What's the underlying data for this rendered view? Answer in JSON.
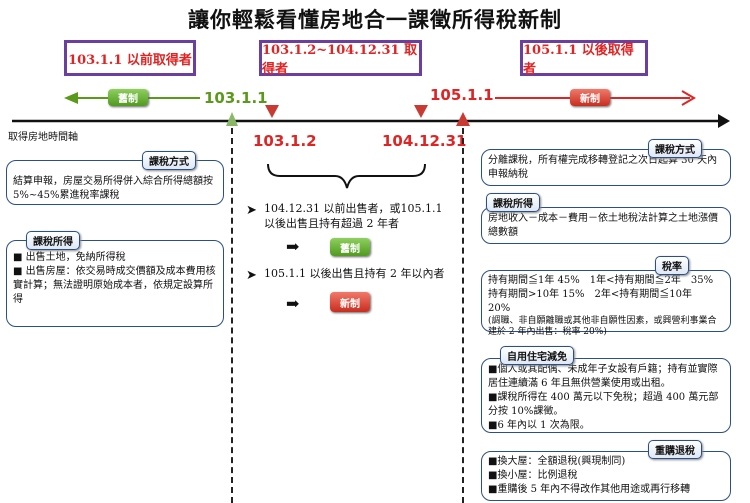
{
  "title": "讓你輕鬆看懂房地合一課徵所得稅新制",
  "periods": [
    {
      "label": "103.1.1 以前取得者"
    },
    {
      "label": "103.1.2~104.12.31 取得者"
    },
    {
      "label": "105.1.1 以後取得者"
    }
  ],
  "timeline": {
    "axis_label": "取得房地時間軸",
    "old_tag": "舊制",
    "new_tag": "新制",
    "date_103_1_1": "103.1.1",
    "date_105_1_1": "105.1.1",
    "date_103_1_2": "103.1.2",
    "date_104_12_31": "104.12.31"
  },
  "left": {
    "method_title": "課稅方式",
    "method_text": "結算申報，房屋交易所得併入綜合所得總額按 5%~45%累進稅率課稅",
    "income_title": "課稅所得",
    "income_items": [
      "出售土地，免納所得稅",
      "出售房屋：依交易時成交價額及成本費用核實計算；無法證明原始成本者，依規定設算所得"
    ]
  },
  "middle": {
    "case1": "104.12.31 以前出售者，或105.1.1 以後出售且持有超過 2 年者",
    "case1_tag": "舊制",
    "case2": "105.1.1 以後出售且持有 2 年以內者",
    "case2_tag": "新制"
  },
  "right": {
    "method_title": "課稅方式",
    "method_text": "分離課稅，所有權完成移轉登記之次日起算 30 天內申報納稅",
    "income_title": "課稅所得",
    "income_text": "房地收入－成本－費用－依土地稅法計算之土地漲價總數額",
    "rate_title": "稅率",
    "rate_rows": [
      "持有期間≦1年 45%　1年<持有期間≦2年　35%",
      "持有期間>10年 15%　2年<持有期間≦10年　20%"
    ],
    "rate_note": "(調職、非自願離職或其他非自願性因素，或興營利事業合建於 2 年內出售：稅率 20%)",
    "exempt_title": "自用住宅減免",
    "exempt_items": [
      "個人或其配偶、未成年子女設有戶籍；持有並實際居住連續滿 6 年且無供營業使用或出租。",
      "課稅所得在 400 萬元以下免稅；超過 400 萬元部分按 10%課徵。",
      "6 年內以 1 次為限。"
    ],
    "refund_title": "重購退稅",
    "refund_items": [
      "換大屋：全額退稅(興現制同)",
      "換小屋：比例退稅",
      "重購後 5 年內不得改作其他用途或再行移轉"
    ]
  },
  "colors": {
    "purple": "#6b3fa0",
    "red": "#e02424",
    "green": "#5a9a1a",
    "navy": "#2a4f8a"
  }
}
